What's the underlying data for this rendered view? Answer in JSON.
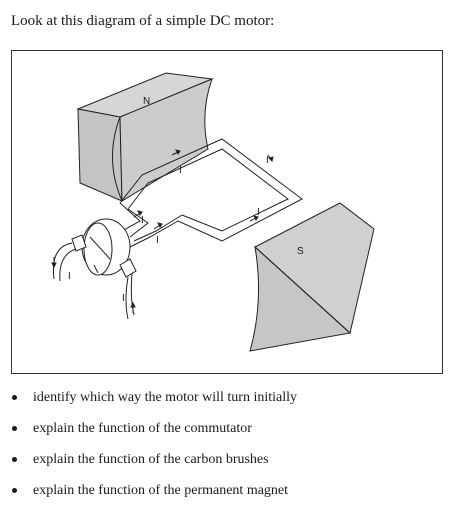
{
  "intro": "Look at this diagram of a simple DC motor:",
  "diagram": {
    "north_label": "N",
    "south_label": "S",
    "current_label": "I",
    "colors": {
      "magnet_fill": "#cccccc",
      "outline": "#222222"
    }
  },
  "tasks": [
    "identify which way the motor will turn initially",
    "explain the function of the commutator",
    "explain the function of the carbon brushes",
    "explain the function of the permanent magnet"
  ]
}
